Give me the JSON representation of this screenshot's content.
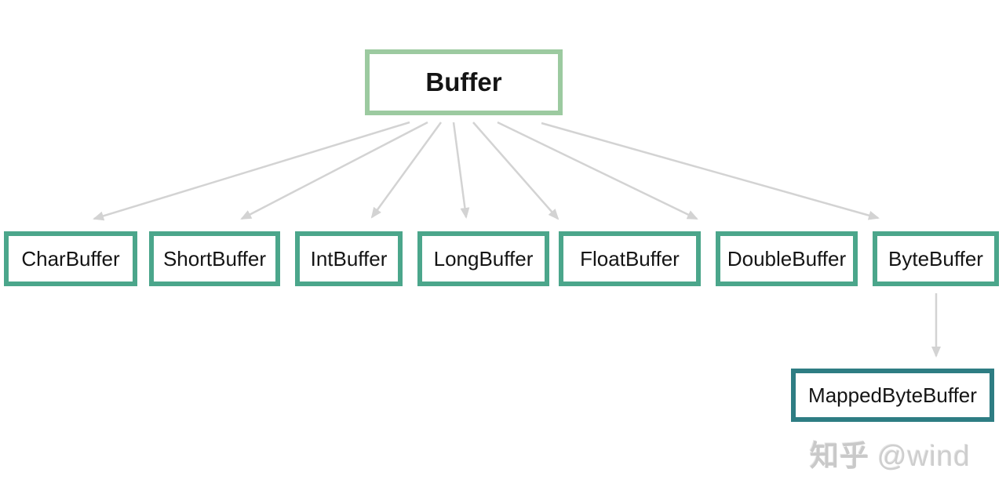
{
  "diagram": {
    "root": {
      "label": "Buffer"
    },
    "children": [
      {
        "label": "CharBuffer"
      },
      {
        "label": "ShortBuffer"
      },
      {
        "label": "IntBuffer"
      },
      {
        "label": "LongBuffer"
      },
      {
        "label": "FloatBuffer"
      },
      {
        "label": "DoubleBuffer"
      },
      {
        "label": "ByteBuffer"
      }
    ],
    "descendant": {
      "label": "MappedByteBuffer",
      "parent": "ByteBuffer"
    },
    "edges": [
      {
        "from": "Buffer",
        "to": "CharBuffer"
      },
      {
        "from": "Buffer",
        "to": "ShortBuffer"
      },
      {
        "from": "Buffer",
        "to": "IntBuffer"
      },
      {
        "from": "Buffer",
        "to": "LongBuffer"
      },
      {
        "from": "Buffer",
        "to": "FloatBuffer"
      },
      {
        "from": "Buffer",
        "to": "DoubleBuffer"
      },
      {
        "from": "Buffer",
        "to": "ByteBuffer"
      },
      {
        "from": "ByteBuffer",
        "to": "MappedByteBuffer"
      }
    ]
  },
  "watermark": {
    "brand": "知乎",
    "user": "@wind"
  },
  "colors": {
    "root_border": "#9ccaa0",
    "child_border": "#4ba68b",
    "descendant_border": "#2e7d83",
    "arrow": "#d3d3d3",
    "text": "#141414",
    "watermark": "#c9c9c9"
  }
}
